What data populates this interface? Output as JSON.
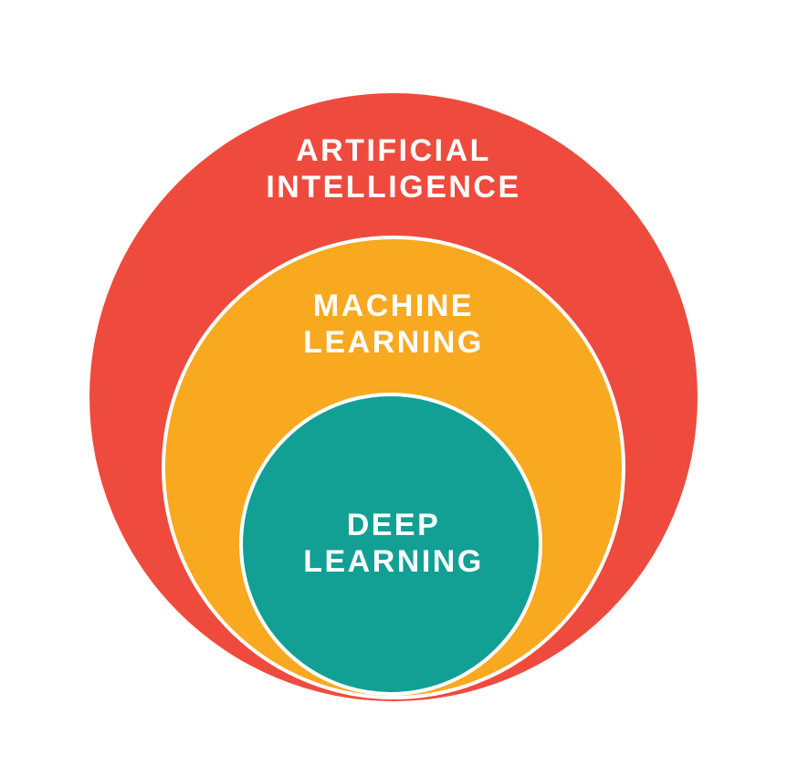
{
  "diagram": {
    "type": "nested-circles",
    "background_color": "#ffffff",
    "divider_color": "#ffffff",
    "text_color": "#ffffff",
    "circles": [
      {
        "id": "artificial-intelligence",
        "label_line1": "ARTIFICIAL",
        "label_line2": "INTELLIGENCE",
        "color": "#ee4b3e",
        "level": 1,
        "contains": "machine-learning"
      },
      {
        "id": "machine-learning",
        "label_line1": "MACHINE",
        "label_line2": "LEARNING",
        "color": "#f8a91f",
        "level": 2,
        "contains": "deep-learning"
      },
      {
        "id": "deep-learning",
        "label_line1": "DEEP",
        "label_line2": "LEARNING",
        "color": "#12a094",
        "level": 3,
        "contains": null
      }
    ]
  }
}
